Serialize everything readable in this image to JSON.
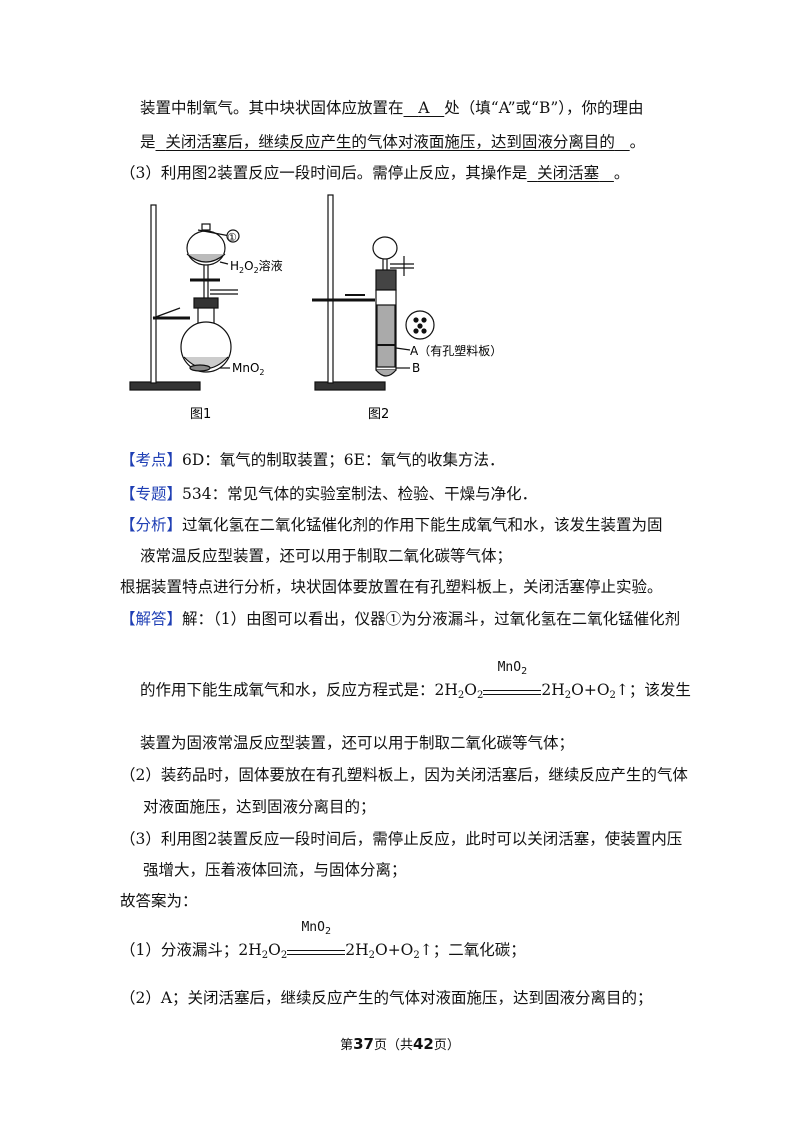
{
  "lines": {
    "l1a": "装置中制氧气。其中块状固体应放置在",
    "l1b": "A",
    "l1c": "处（填“A”或“B”），你的理由",
    "l2a": "是",
    "l2b": "关闭活塞后，继续反应产生的气体对液面施压，达到固液分离目的",
    "l2c": "。",
    "l3a": "（3）利用图2装置反应一段时间后。需停止反应，其操作是",
    "l3b": "关闭活塞",
    "l3c": "。"
  },
  "figure": {
    "label1": "图1",
    "label2": "图2",
    "circle_num": "①",
    "h2o2": "H2O2溶液",
    "mno2": "MnO2",
    "a_label": "A（有孔塑料板）",
    "b_label": "B"
  },
  "analysis": {
    "kaodian_tag": "【考点】",
    "kaodian": "6D：氧气的制取装置；6E：氧气的收集方法．",
    "zhuanti_tag": "【专题】",
    "zhuanti": "534：常见气体的实验室制法、检验、干燥与净化．",
    "fenxi_tag": "【分析】",
    "fenxi1": "过氧化氢在二氧化锰催化剂的作用下能生成氧气和水，该发生装置为固",
    "fenxi2": "液常温反应型装置，还可以用于制取二氧化碳等气体；",
    "fenxi3": "根据装置特点进行分析，块状固体要放置在有孔塑料板上，关闭活塞停止实验。",
    "jieda_tag": "【解答】",
    "jieda1": "解：（1）由图可以看出，仪器①为分液漏斗，过氧化氢在二氧化锰催化剂",
    "jieda2a": "的作用下能生成氧气和水，反应方程式是：",
    "eq_left": "2H",
    "eq_right": "2H",
    "eq_tail": "；该发生",
    "catalyst": "MnO2",
    "jieda3": "装置为固液常温反应型装置，还可以用于制取二氧化碳等气体；",
    "jieda4": "（2）装药品时，固体要放在有孔塑料板上，因为关闭活塞后，继续反应产生的气体",
    "jieda5": "对液面施压，达到固液分离目的；",
    "jieda6": "（3）利用图2装置反应一段时间后，需停止反应，此时可以关闭活塞，使装置内压",
    "jieda7": "强增大，压着液体回流，与固体分离；",
    "answer_intro": "故答案为：",
    "ans1a": "（1）分液漏斗；2H",
    "ans1b": "；二氧化碳；",
    "ans2": "（2）A；关闭活塞后，继续反应产生的气体对液面施压，达到固液分离目的；"
  },
  "footer": {
    "pre": "第",
    "page": "37",
    "mid": "页（共",
    "total": "42",
    "post": "页）"
  }
}
